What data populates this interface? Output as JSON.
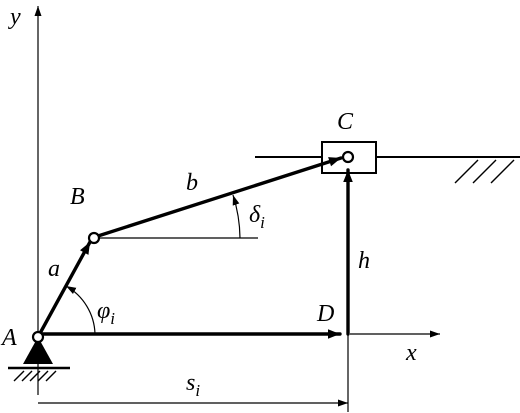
{
  "labels": {
    "y_axis": "y",
    "x_axis": "x",
    "point_A": "A",
    "point_B": "B",
    "point_C": "C",
    "point_D": "D",
    "link_a": "a",
    "link_b": "b",
    "height_h": "h",
    "angle_phi": "φ",
    "angle_phi_sub": "i",
    "angle_delta": "δ",
    "angle_delta_sub": "i",
    "distance_s": "s",
    "distance_s_sub": "i"
  }
}
